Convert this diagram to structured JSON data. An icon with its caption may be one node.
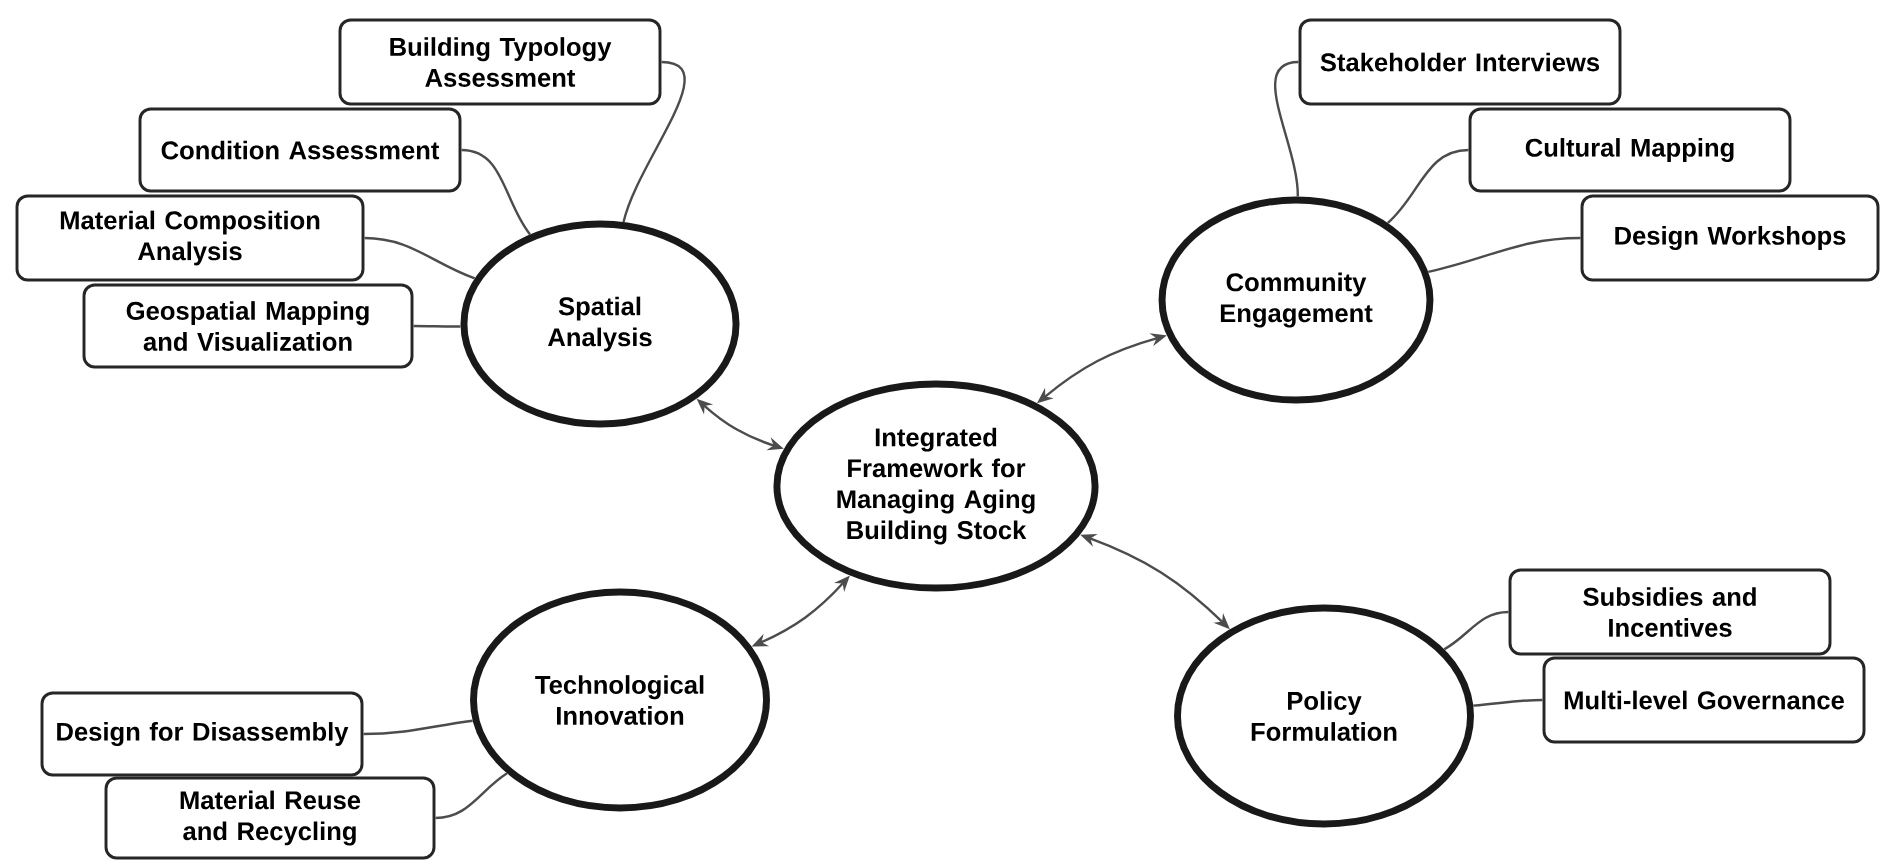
{
  "diagram": {
    "nodes": [
      {
        "text": [
          "Integrated Framework for Managing Aging Building Stock"
        ]
      },
      {
        "text": [
          "Spatial Analysis"
        ]
      },
      {
        "text": [
          "Building Typology Assessment"
        ]
      },
      {
        "text": [
          "Condition Assessment"
        ]
      },
      {
        "text": [
          "Material Composition Analysis"
        ]
      },
      {
        "text": [
          "Geospatial Mapping and Visualization"
        ]
      },
      {
        "text": [
          "Community Engagement"
        ]
      },
      {
        "text": [
          "Stakeholder Interviews"
        ]
      },
      {
        "text": [
          "Cultural Mapping"
        ]
      },
      {
        "text": [
          "Design Workshops"
        ]
      },
      {
        "text": [
          "Technological Innovation"
        ]
      },
      {
        "text": [
          "Design for Disassembly"
        ]
      },
      {
        "text": [
          "Material Reuse and Recycling"
        ]
      },
      {
        "text": [
          "Policy Formulation"
        ]
      },
      {
        "text": [
          "Subsidies and Incentives"
        ]
      },
      {
        "text": [
          "Multi-level Governance"
        ]
      }
    ],
    "edges": [
      {
        "from": 0,
        "to": 1,
        "arrow": "both"
      },
      {
        "from": 0,
        "to": 6,
        "arrow": "both"
      },
      {
        "from": 0,
        "to": 10,
        "arrow": "both"
      },
      {
        "from": 0,
        "to": 13,
        "arrow": "both"
      },
      {
        "from": 1,
        "to": 2,
        "arrow": "none"
      },
      {
        "from": 1,
        "to": 3,
        "arrow": "none"
      },
      {
        "from": 1,
        "to": 4,
        "arrow": "none"
      },
      {
        "from": 1,
        "to": 5,
        "arrow": "none"
      },
      {
        "from": 6,
        "to": 7,
        "arrow": "none"
      },
      {
        "from": 6,
        "to": 8,
        "arrow": "none"
      },
      {
        "from": 6,
        "to": 9,
        "arrow": "none"
      },
      {
        "from": 10,
        "to": 11,
        "arrow": "none"
      },
      {
        "from": 10,
        "to": 12,
        "arrow": "none"
      },
      {
        "from": 13,
        "to": 14,
        "arrow": "none"
      },
      {
        "from": 13,
        "to": 15,
        "arrow": "none"
      }
    ]
  }
}
